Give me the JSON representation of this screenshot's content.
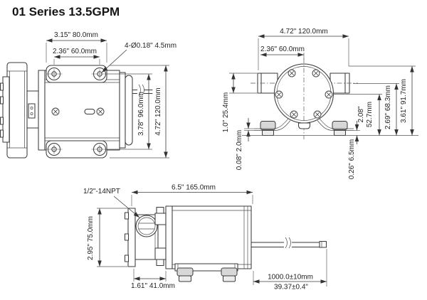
{
  "title": "01 Series 13.5GPM",
  "side_view": {
    "dim_bracket_width": "3.15\" 80.0mm",
    "dim_hole_spacing": "2.36\" 60.0mm",
    "callout_mounting_holes": "4-Ø0.18\" 4.5mm",
    "dim_hole_spacing_vertical": "3.78\" 96.0mm",
    "dim_overall_height": "4.72\" 120.0mm"
  },
  "front_view": {
    "dim_overall_width": "4.72\" 120.0mm",
    "dim_port_center": "2.36\" 60.0mm",
    "dim_port_od": "1.0\" 25.4mm",
    "dim_bracket_thickness": "0.08\" 2.0mm",
    "dim_center_height_in": "2.08\"",
    "dim_center_height_mm": "52.7mm",
    "dim_port_cl_height": "2.69\" 68.3mm",
    "dim_overall_height": "3.61\" 91.7mm",
    "dim_foot_height": "0.26\" 6.5mm"
  },
  "bottom_view": {
    "callout_port_thread": "1/2\"-14NPT",
    "dim_overall_length": "6.5\" 165.0mm",
    "dim_head_height": "2.95\" 75.0mm",
    "dim_head_length": "1.61\" 41.0mm",
    "dim_cable_length_mm": "1000.0±10mm",
    "dim_cable_length_in": "39.37±0.4\""
  }
}
